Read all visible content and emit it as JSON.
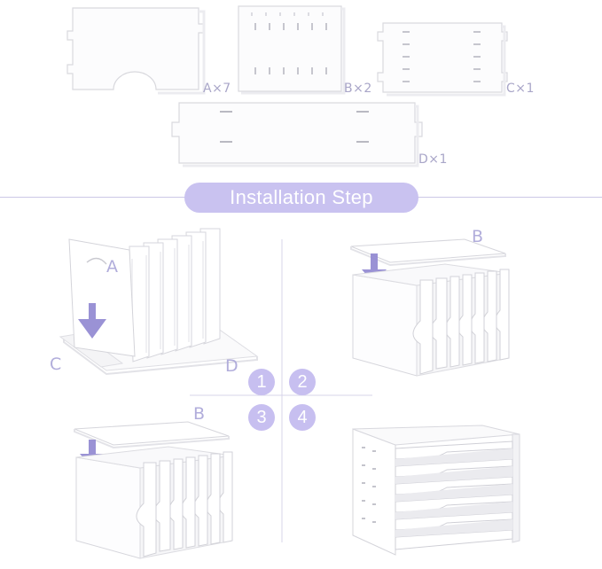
{
  "parts": {
    "a": {
      "label": "A×7"
    },
    "b": {
      "label": "B×2"
    },
    "c": {
      "label": "C×1"
    },
    "d": {
      "label": "D×1"
    }
  },
  "banner": {
    "label": "Installation Step"
  },
  "step1": {
    "labels": {
      "a": "A",
      "c": "C",
      "d": "D"
    }
  },
  "step2": {
    "labels": {
      "b": "B"
    }
  },
  "step3": {
    "labels": {
      "b": "B"
    }
  },
  "steps": [
    "1",
    "2",
    "3",
    "4"
  ],
  "colors": {
    "accent": "#c9c2f0",
    "arrow": "#8f86d0",
    "label": "#a9a6c8",
    "panel": "#ffffff",
    "shadow": "#e8e8ec"
  }
}
